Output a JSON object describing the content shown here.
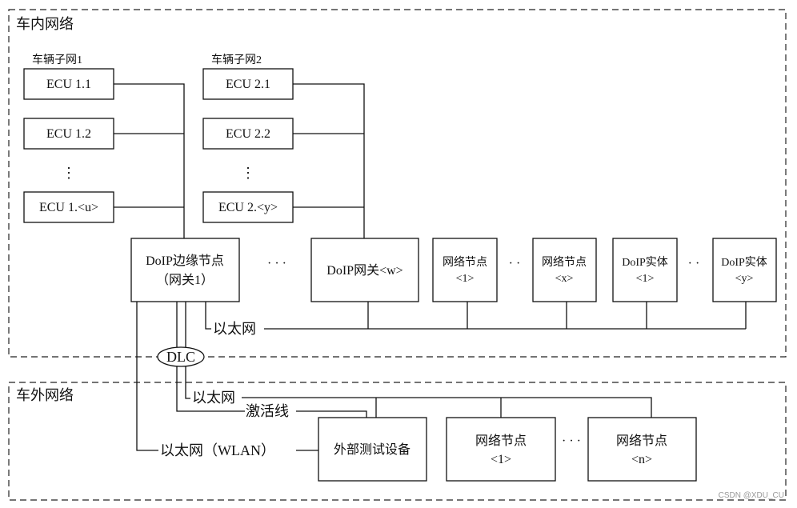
{
  "zones": {
    "internal": "车内网络",
    "external": "车外网络"
  },
  "subnets": {
    "s1": "车辆子网1",
    "s2": "车辆子网2"
  },
  "ecus": {
    "e11": "ECU 1.1",
    "e12": "ECU 1.2",
    "e1u": "ECU 1.<u>",
    "e21": "ECU 2.1",
    "e22": "ECU 2.2",
    "e2y": "ECU 2.<y>"
  },
  "doip_edge": {
    "line1": "DoIP边缘节点",
    "line2": "（网关1）"
  },
  "doip_gw": "DoIP网关<w>",
  "internal_nodes": [
    {
      "line1": "网络节点",
      "line2": "<1>"
    },
    {
      "line1": "网络节点",
      "line2": "<x>"
    },
    {
      "line1": "DoIP实体",
      "line2": "<1>"
    },
    {
      "line1": "DoIP实体",
      "line2": "<y>"
    }
  ],
  "external_nodes": [
    {
      "line1": "网络节点",
      "line2": "<1>"
    },
    {
      "line1": "网络节点",
      "line2": "<n>"
    }
  ],
  "tester": "外部测试设备",
  "labels": {
    "ethernet_internal": "以太网",
    "dlc": "DLC",
    "ethernet_external": "以太网",
    "activation": "激活线",
    "wlan": "以太网（WLAN）"
  },
  "ellipsis": {
    "vdots": "⋮",
    "hdots": "· · ·",
    "hdots_small": "· ·"
  },
  "watermark": "CSDN @XDU_CU"
}
